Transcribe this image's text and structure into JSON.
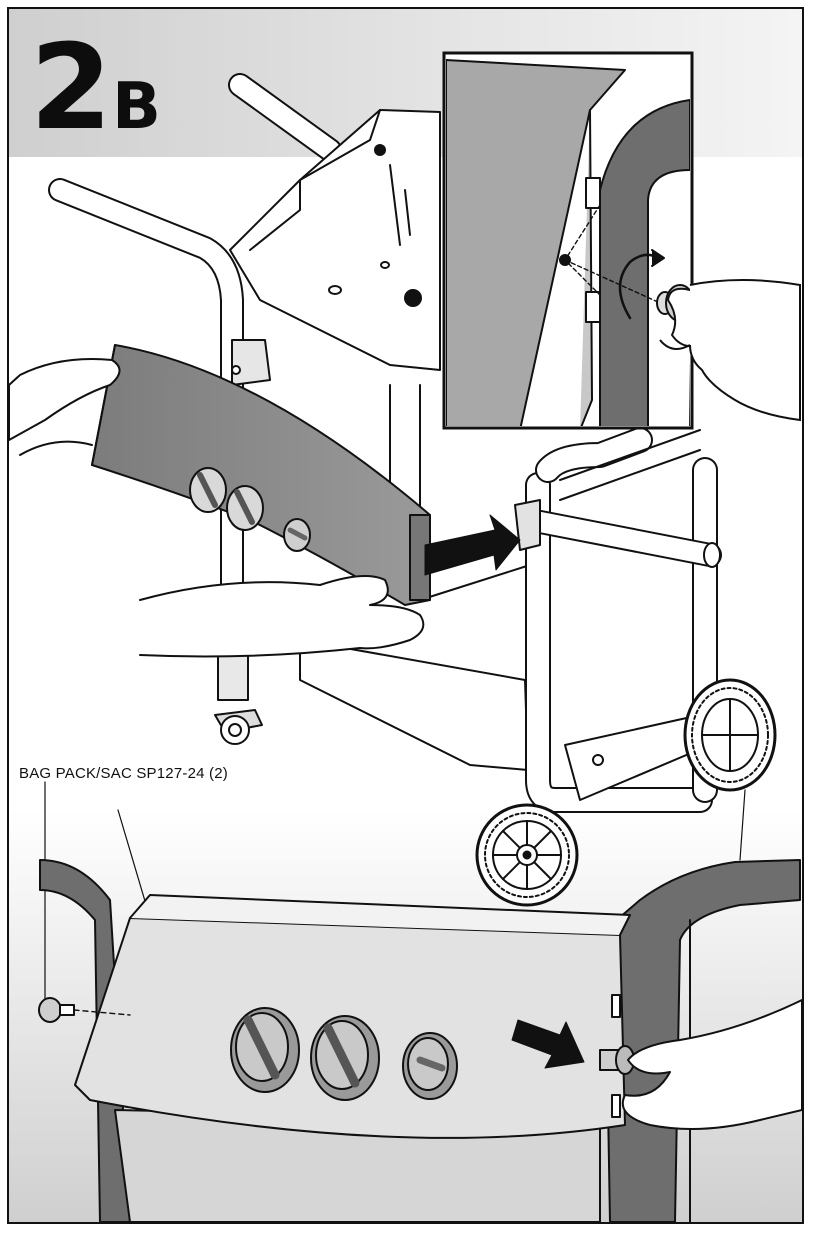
{
  "step": {
    "number": "2",
    "sub": "B"
  },
  "callout": {
    "part_label": "BAG PACK/SAC SP127-24 (2)"
  },
  "icons": [
    "grill-cart-illustration",
    "control-panel-illustration",
    "inset-detail-knob-screw",
    "insert-arrow-icon",
    "rotate-arrow-icon",
    "push-arrow-icon",
    "thumbscrew-icon"
  ],
  "colors": {
    "panel_dark": "#8a8a8a",
    "panel_light": "#e2e2e2",
    "frame_dark": "#6e6e6e",
    "line": "#111111"
  }
}
